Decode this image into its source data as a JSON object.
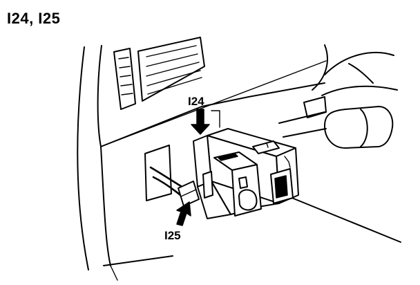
{
  "figure": {
    "title": "I24, I25",
    "callouts": [
      {
        "id": "I24",
        "label": "I24"
      },
      {
        "id": "I25",
        "label": "I25"
      }
    ]
  }
}
